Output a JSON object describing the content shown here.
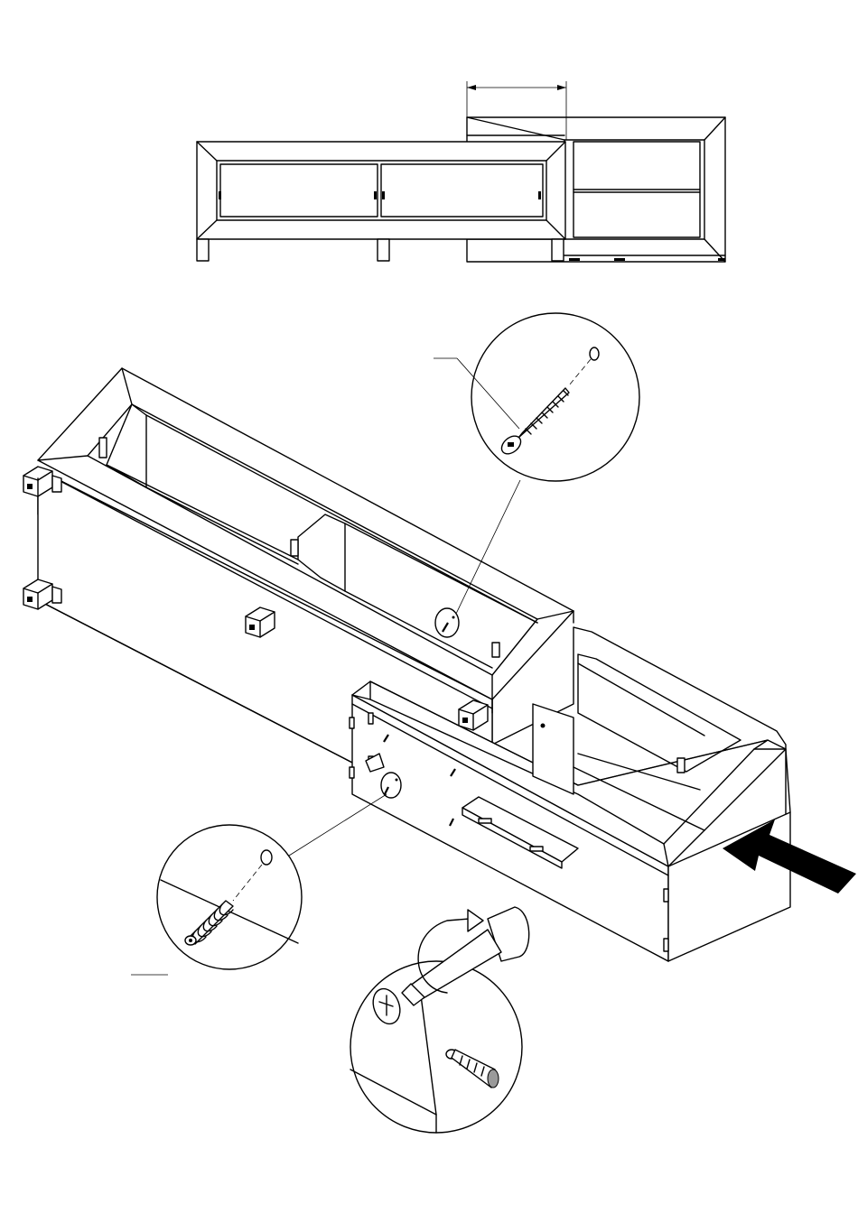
{
  "figure": {
    "description_type": "furniture-assembly-step",
    "arrow_direction": "left",
    "colors": {
      "line": "#000000",
      "background": "#ffffff",
      "shade": "#9a9a9a"
    }
  },
  "parts": [
    {
      "id": "long-screw",
      "icon": "wood-screw-icon"
    },
    {
      "id": "confirmat-dowel",
      "icon": "plastic-dowel-icon"
    },
    {
      "id": "screwdriver",
      "icon": "phillips-screwdriver-icon"
    }
  ]
}
